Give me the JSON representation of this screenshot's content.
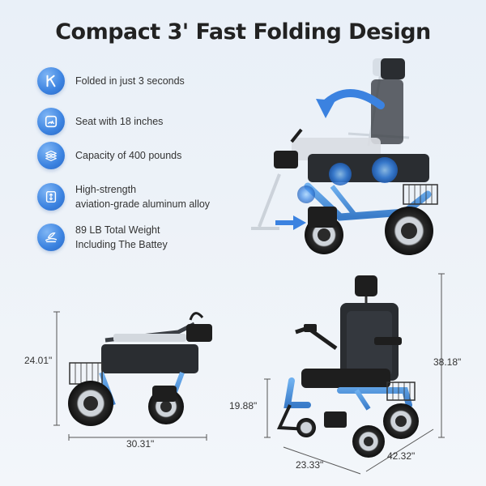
{
  "title": "Compact 3' Fast  Folding Design",
  "features": [
    {
      "icon": "fold-icon",
      "lines": [
        "Folded in just 3 seconds"
      ]
    },
    {
      "icon": "seat-gauge-icon",
      "lines": [
        "Seat with 18 inches"
      ]
    },
    {
      "icon": "weight-stack-icon",
      "lines": [
        "Capacity of 400 pounds"
      ]
    },
    {
      "icon": "height-arrows-icon",
      "lines": [
        "High-strength",
        "aviation-grade aluminum alloy"
      ]
    },
    {
      "icon": "feather-scale-icon",
      "lines": [
        "89 LB Total Weight",
        "Including The Battey"
      ]
    }
  ],
  "dimensions": {
    "folded_height": "24.01\"",
    "folded_length": "30.31\"",
    "seat_height": "19.88\"",
    "total_height": "38.18\"",
    "width": "23.33\"",
    "depth": "42.32\""
  },
  "colors": {
    "accent": "#3b82e0",
    "frame_blue": "#4a90d9",
    "dark": "#1e1e1e"
  }
}
